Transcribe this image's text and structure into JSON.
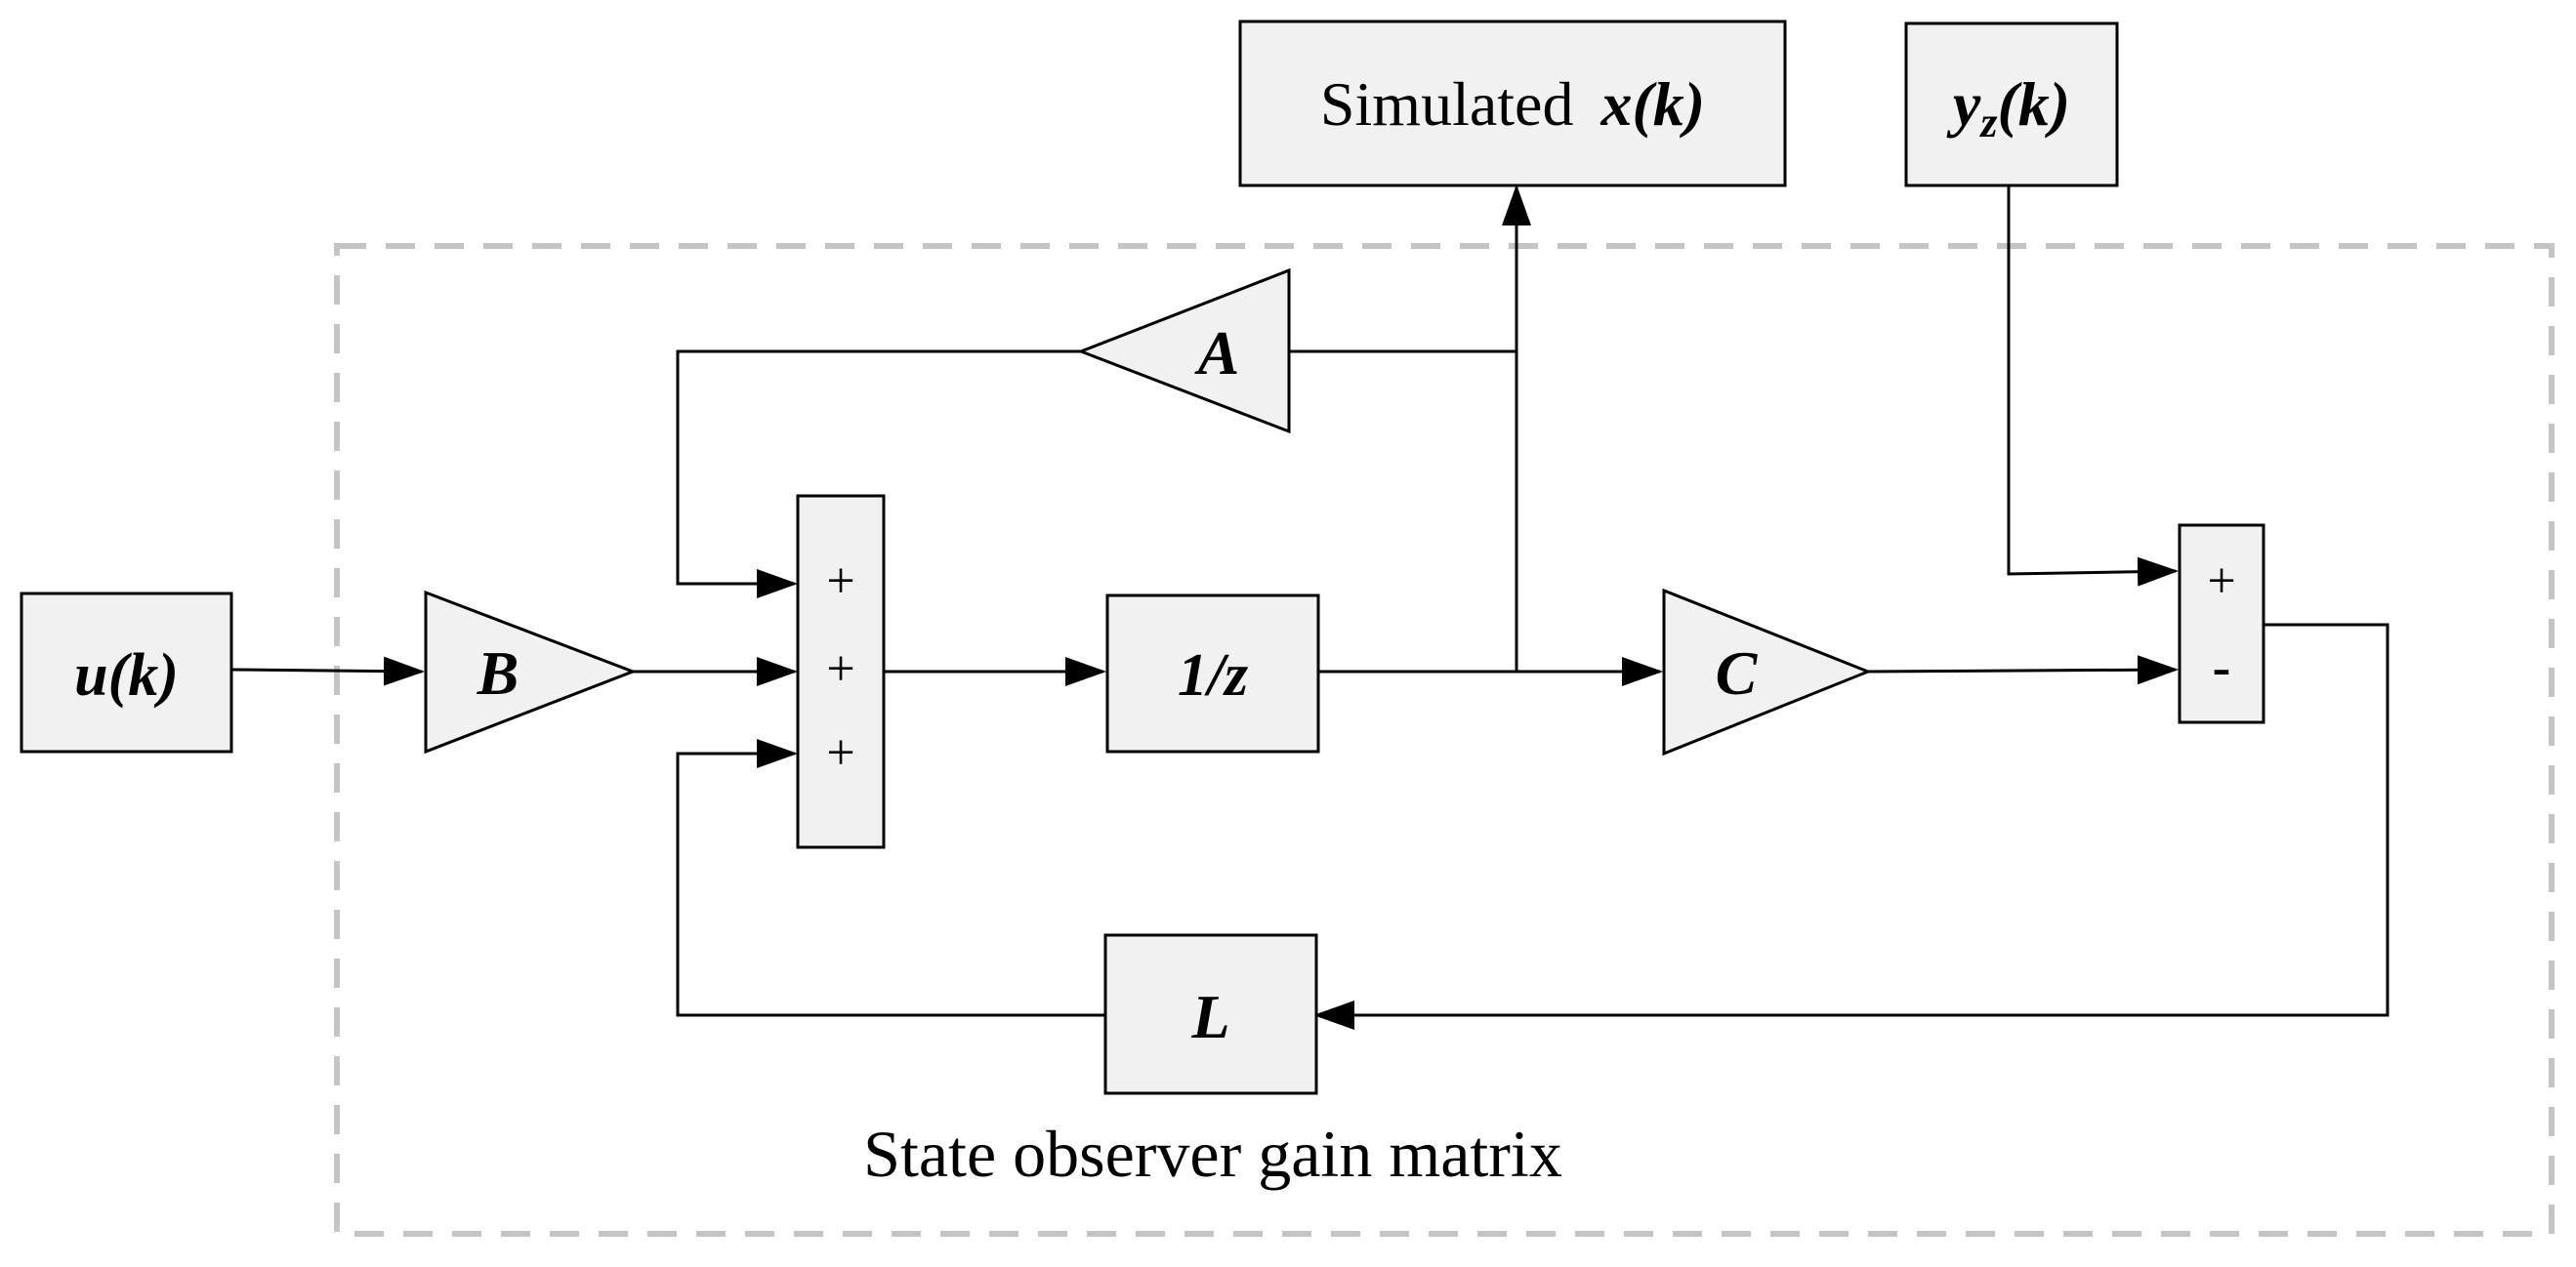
{
  "blocks": {
    "input": "u(k)",
    "gain_b": "B",
    "gain_a": "A",
    "delay": "1/z",
    "gain_c": "C",
    "gain_l": "L",
    "simulated_label": "Simulated",
    "simulated_var": "x(k)",
    "measured_base": "y",
    "measured_sub": "z",
    "measured_rest": "(k)"
  },
  "sum_left": {
    "signs": [
      "+",
      "+",
      "+"
    ]
  },
  "sum_right": {
    "signs": [
      "+",
      "-"
    ]
  },
  "caption": "State observer gain matrix"
}
